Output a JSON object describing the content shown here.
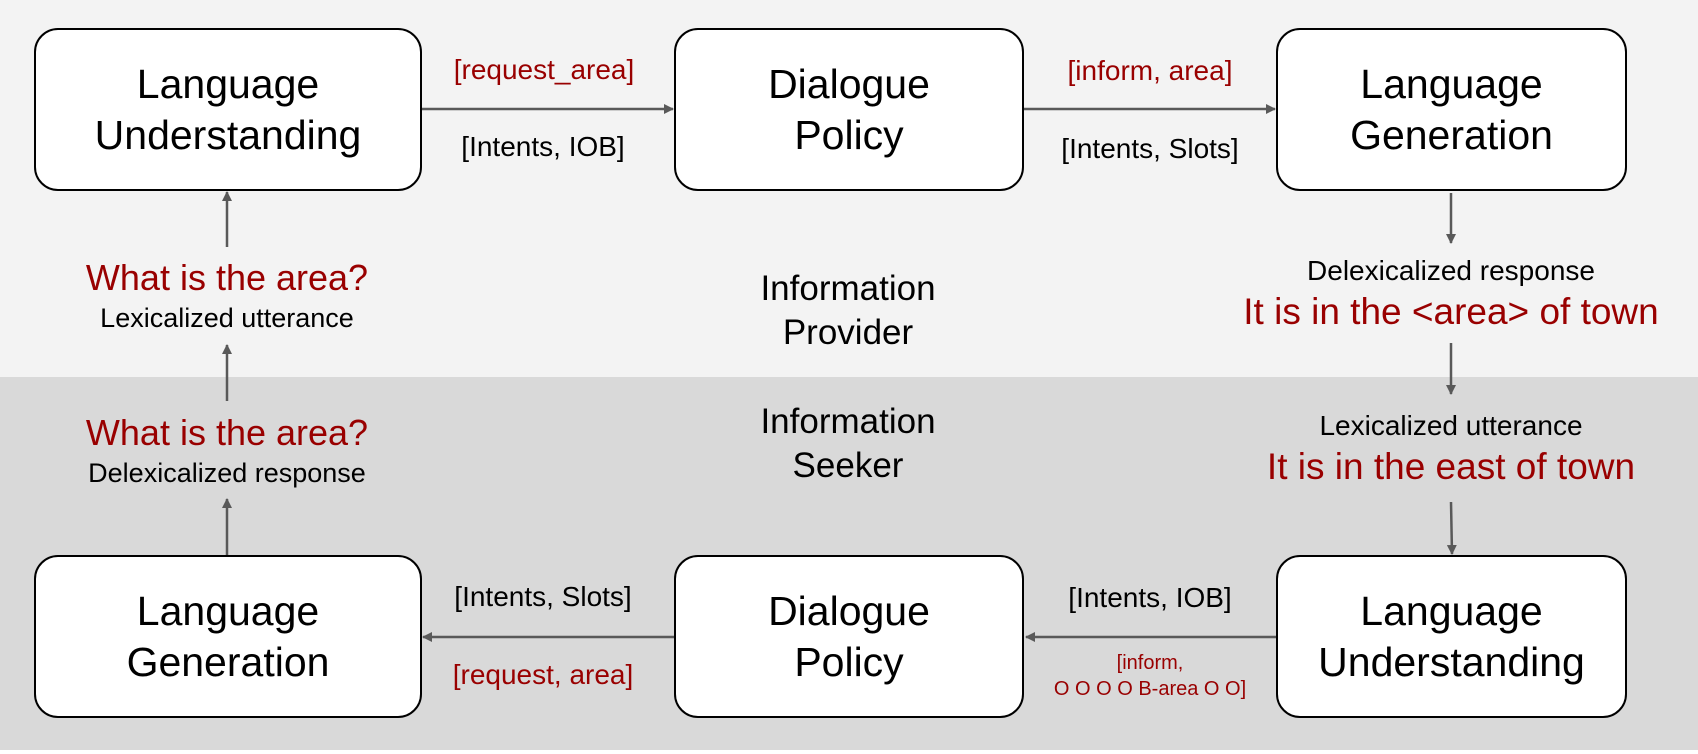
{
  "colors": {
    "top_band": "#f3f3f3",
    "bottom_band": "#d9d9d9",
    "accent_red": "#990000",
    "arrow": "#595959"
  },
  "modules": {
    "top_lu": {
      "line1": "Language",
      "line2": "Understanding"
    },
    "top_dp": {
      "line1": "Dialogue",
      "line2": "Policy"
    },
    "top_lg": {
      "line1": "Language",
      "line2": "Generation"
    },
    "bot_lg": {
      "line1": "Language",
      "line2": "Generation"
    },
    "bot_dp": {
      "line1": "Dialogue",
      "line2": "Policy"
    },
    "bot_lu": {
      "line1": "Language",
      "line2": "Understanding"
    }
  },
  "edges": {
    "lu_to_dp_top": {
      "act": "[request_area]",
      "format": "[Intents, IOB]"
    },
    "dp_to_lg_top": {
      "act": "[inform, area]",
      "format": "[Intents, Slots]"
    },
    "dp_to_lg_bottom": {
      "format": "[Intents, Slots]",
      "act": "[request, area]"
    },
    "lu_to_dp_bottom": {
      "format": "[Intents, IOB]",
      "act_line1": "[inform,",
      "act_line2": "O O O O B-area O O]"
    }
  },
  "roles": {
    "provider": {
      "line1": "Information",
      "line2": "Provider"
    },
    "seeker": {
      "line1": "Information",
      "line2": "Seeker"
    }
  },
  "utterances": {
    "left_top": {
      "text": "What is the area?",
      "caption": "Lexicalized utterance"
    },
    "left_bottom": {
      "text": "What is the area?",
      "caption": "Delexicalized response"
    },
    "right_top": {
      "caption": "Delexicalized response",
      "text": "It is in the <area> of town"
    },
    "right_bottom": {
      "caption": "Lexicalized utterance",
      "text": "It is in the east of town"
    }
  }
}
